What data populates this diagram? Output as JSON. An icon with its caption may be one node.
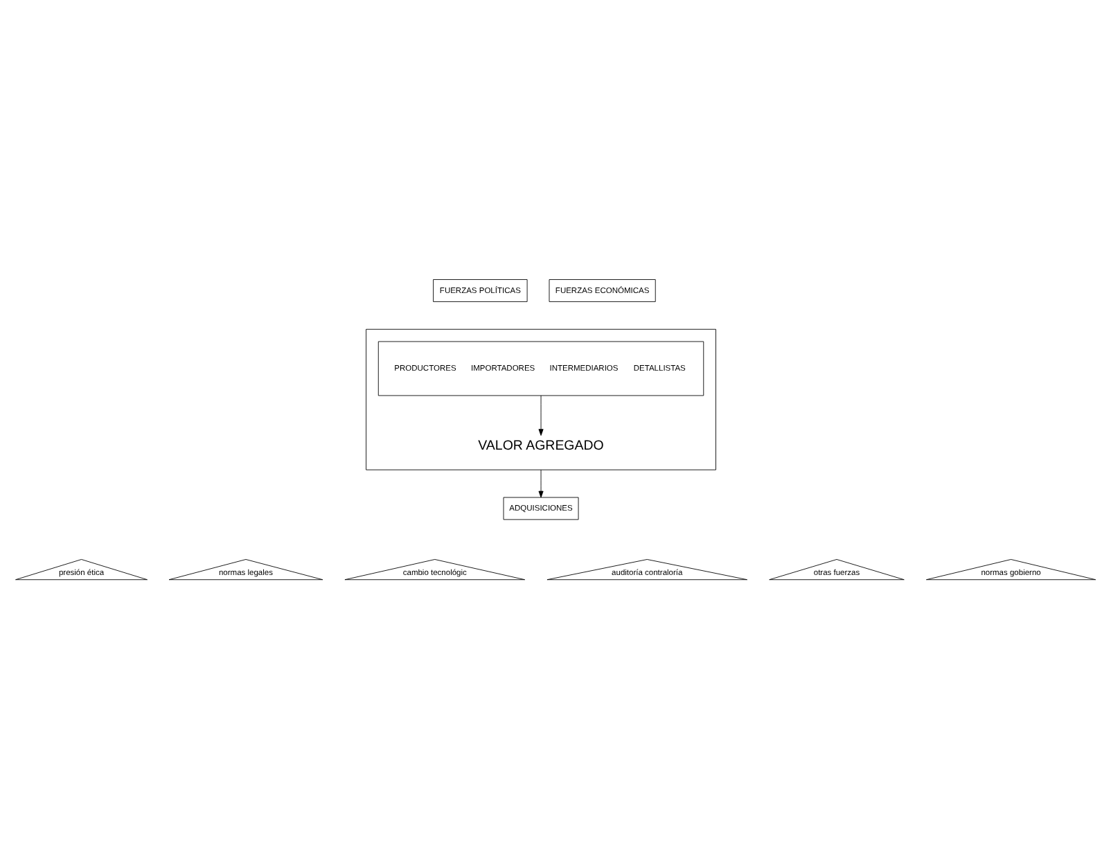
{
  "diagram": {
    "nodes": [
      {
        "text": [
          "FUERZAS POLÍTICAS"
        ]
      },
      {
        "text": [
          "FUERZAS ECONÓMICAS"
        ]
      },
      {
        "text": [
          "VALOR AGREGADO"
        ]
      },
      {
        "text": [
          "PRODUCTORES",
          "IMPORTADORES",
          "INTERMEDIARIOS",
          "DETALLISTAS"
        ],
        "in": 2
      },
      {
        "text": [
          "ADQUISICIONES"
        ]
      },
      {
        "text": [
          "presión ética"
        ]
      },
      {
        "text": [
          "normas legales"
        ]
      },
      {
        "text": [
          "cambio tecnológic"
        ]
      },
      {
        "text": [
          "auditoría contraloría"
        ]
      },
      {
        "text": [
          "otras fuerzas"
        ]
      },
      {
        "text": [
          "normas gobierno"
        ]
      }
    ],
    "edges": [
      {
        "from": 3,
        "to": 2,
        "arrow": "to"
      },
      {
        "from": 2,
        "to": 4,
        "arrow": "to"
      }
    ]
  }
}
